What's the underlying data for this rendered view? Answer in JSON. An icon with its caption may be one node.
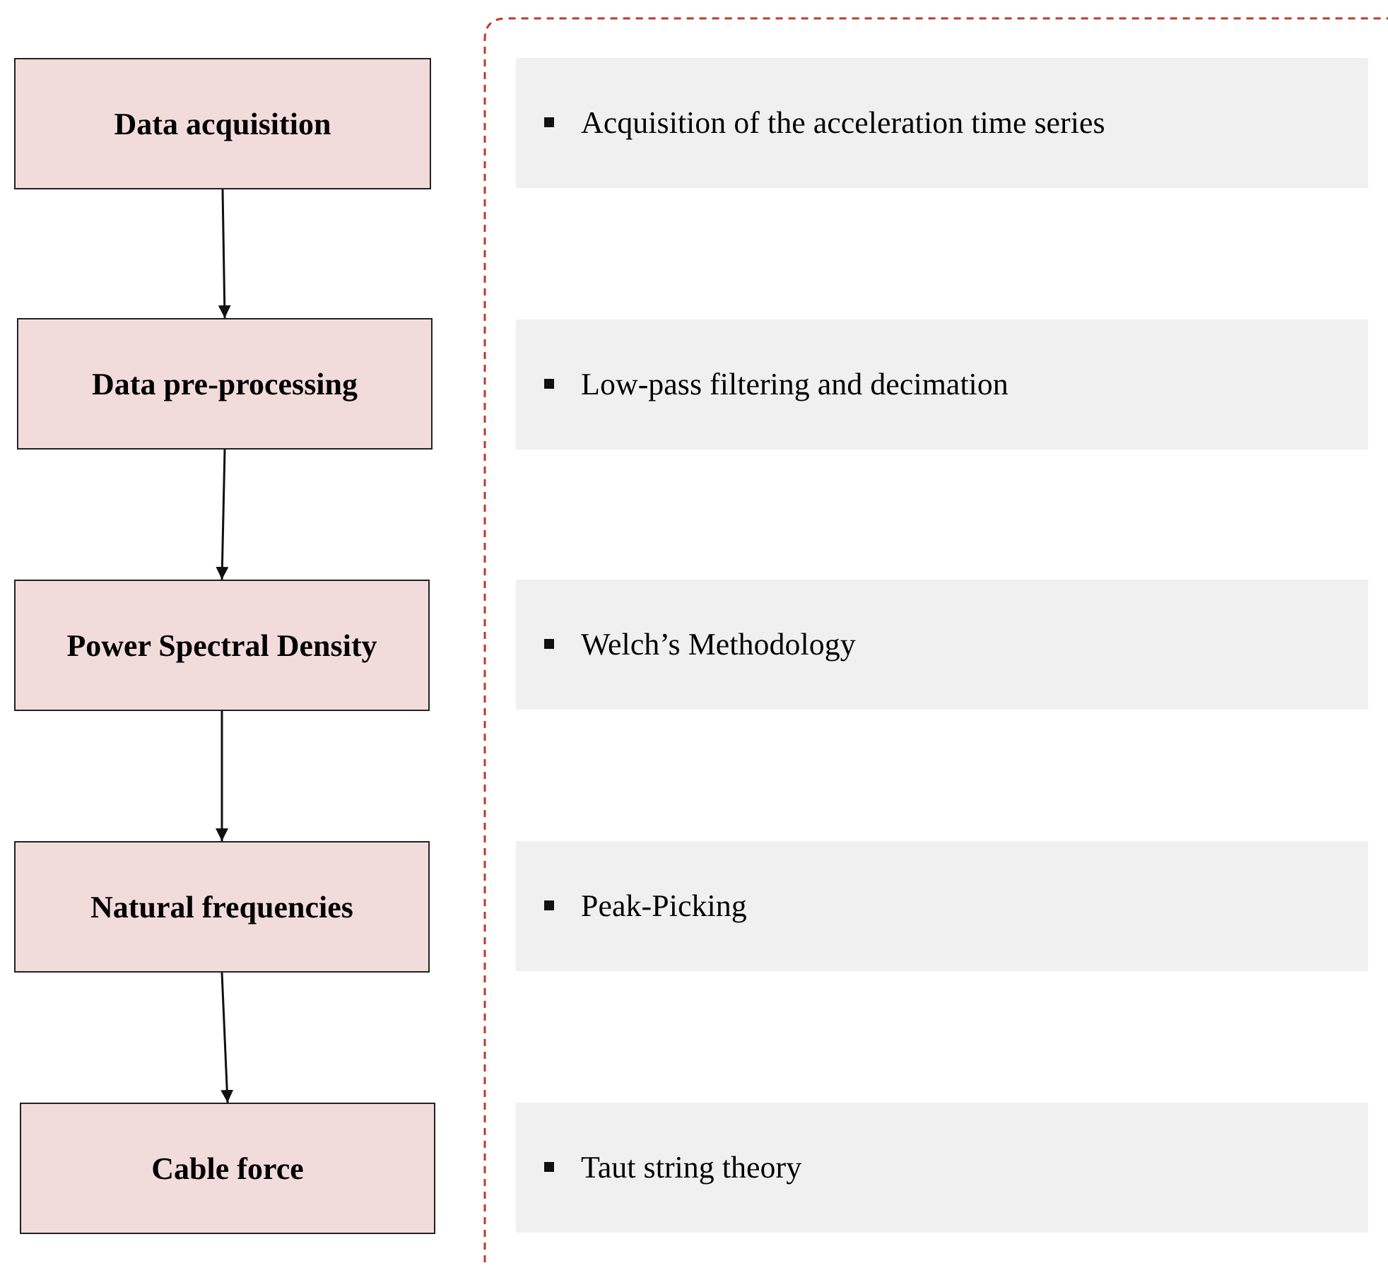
{
  "diagram": {
    "nodes": [
      {
        "text": [
          "Data acquisition"
        ]
      },
      {
        "text": [
          "Data pre-processing"
        ]
      },
      {
        "text": [
          "Power Spectral Density"
        ]
      },
      {
        "text": [
          "Natural frequencies"
        ]
      },
      {
        "text": [
          "Cable force"
        ]
      },
      {
        "text": [],
        "shape": "box"
      },
      {
        "text": [
          "Acquisition of the acceleration time series"
        ],
        "in": 5
      },
      {
        "text": [
          "Low-pass filtering and decimation"
        ],
        "in": 5
      },
      {
        "text": [
          "Welch’s Methodology"
        ],
        "in": 5
      },
      {
        "text": [
          "Peak-Picking"
        ],
        "in": 5
      },
      {
        "text": [
          "Taut string theory"
        ],
        "in": 5
      }
    ],
    "edges": [
      {
        "from": 0,
        "to": 1,
        "arrow": "to"
      },
      {
        "from": 1,
        "to": 2,
        "arrow": "to"
      },
      {
        "from": 2,
        "to": 3,
        "arrow": "to"
      },
      {
        "from": 3,
        "to": 4,
        "arrow": "to"
      }
    ]
  }
}
